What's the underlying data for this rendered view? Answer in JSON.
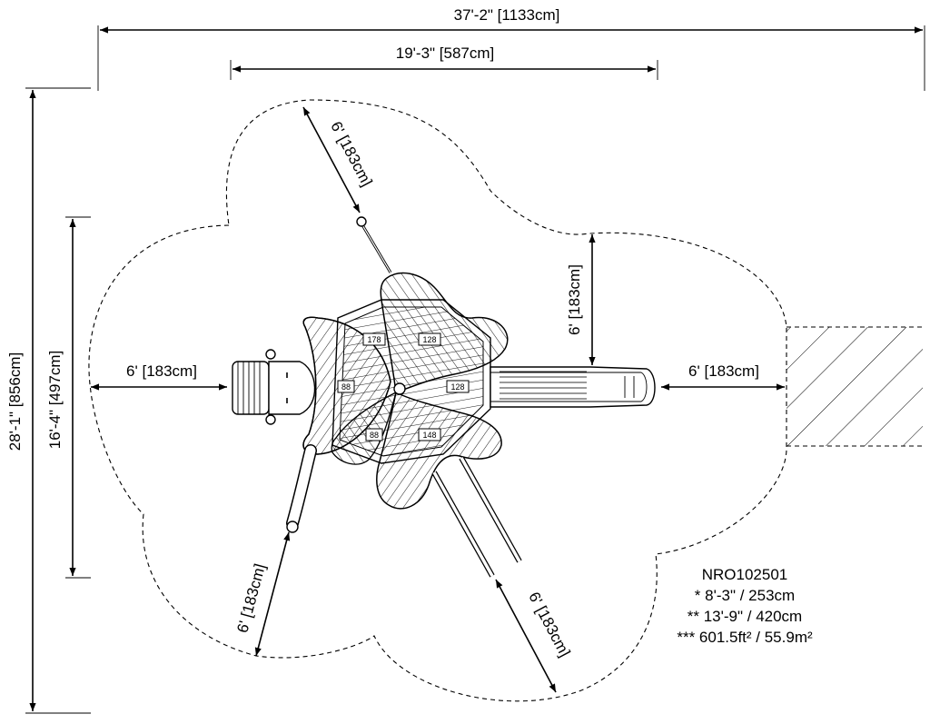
{
  "dimensions": {
    "overall_width": "37'-2\" [1133cm]",
    "structure_width": "19'-3\" [587cm]",
    "overall_depth": "28'-1\" [856cm]",
    "structure_depth": "16'-4\" [497cm]",
    "clearance_left": "6' [183cm]",
    "clearance_right": "6' [183cm]",
    "clearance_top": "6' [183cm]",
    "clearance_top_right": "6' [183cm]",
    "clearance_bottom_left": "6' [183cm]",
    "clearance_bottom_right": "6' [183cm]"
  },
  "deck_tags": [
    "178",
    "128",
    "88",
    "128",
    "88",
    "148"
  ],
  "info": {
    "model": "NRO102501",
    "line1": "* 8'-3\" / 253cm",
    "line2": "** 13'-9\" / 420cm",
    "line3": "*** 601.5ft² / 55.9m²"
  }
}
